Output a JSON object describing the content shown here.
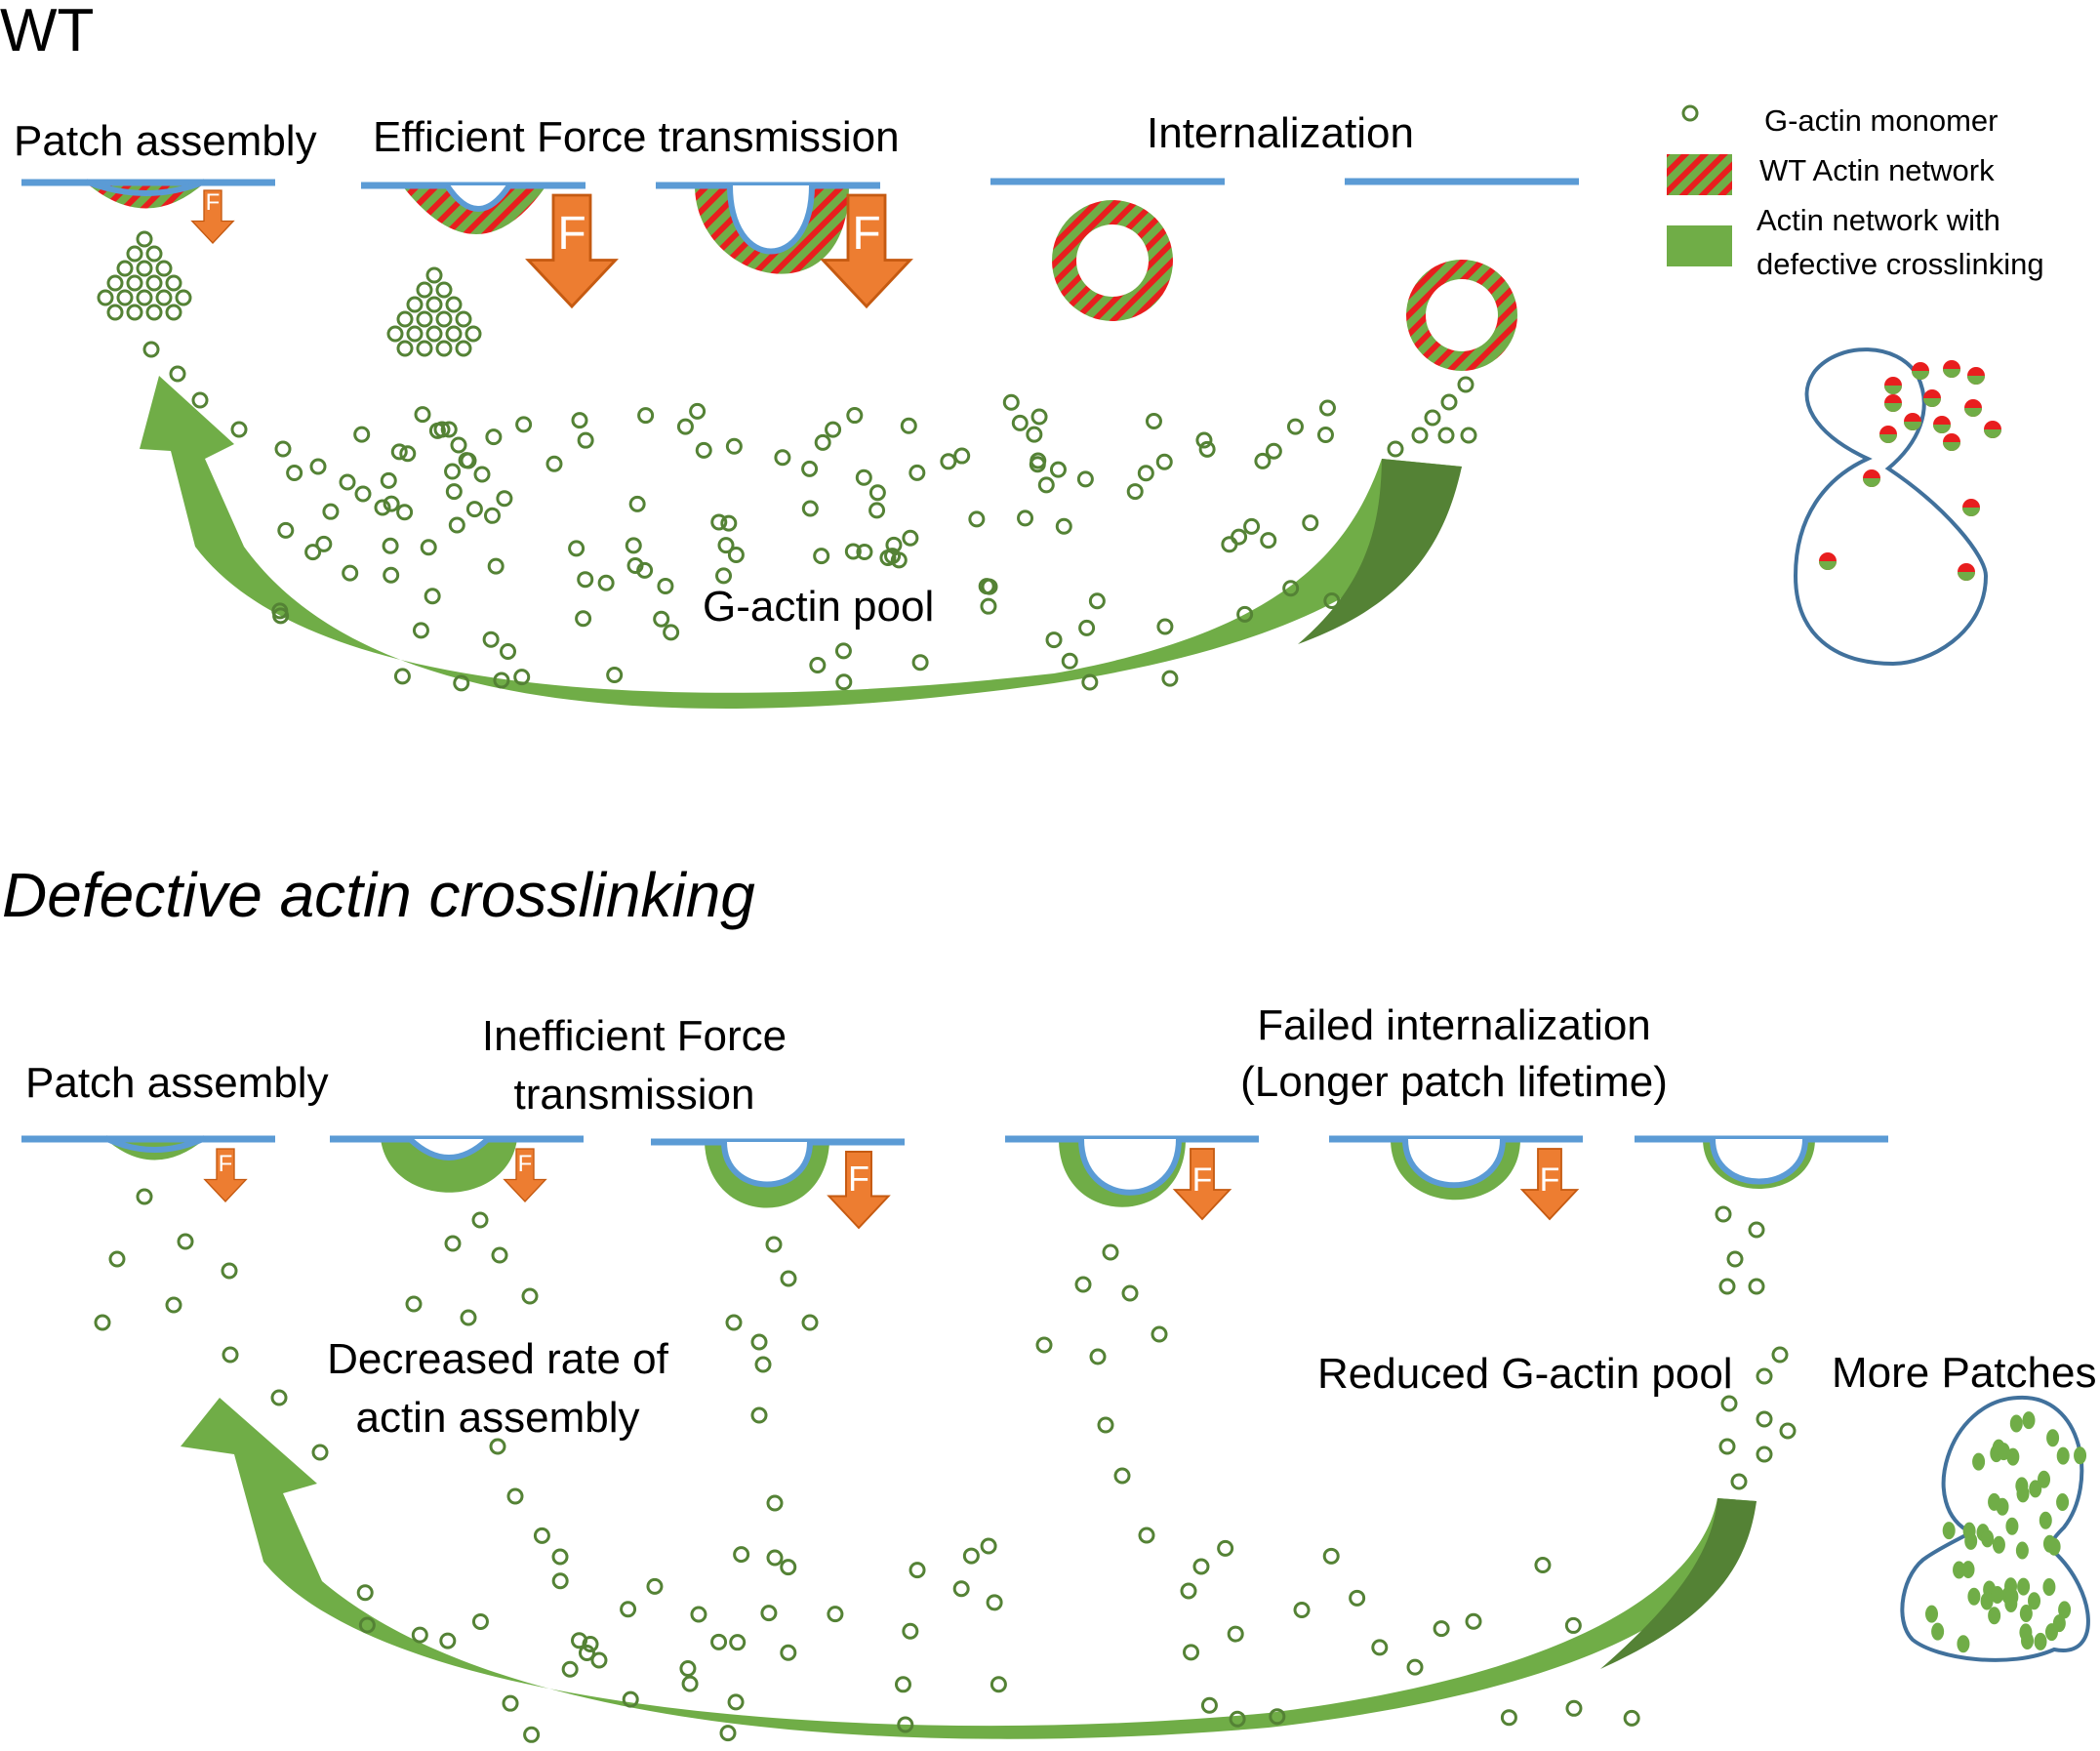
{
  "wt_section": {
    "title": "WT",
    "steps": {
      "patch_assembly": "Patch assembly",
      "force_transmission": "Efficient Force transmission",
      "internalization": "Internalization"
    },
    "pool_label": "G-actin pool",
    "force_symbol": "F"
  },
  "legend": {
    "g_actin_monomer": "G-actin monomer",
    "wt_network": "WT Actin network",
    "defective_network_line1": "Actin network with",
    "defective_network_line2": "defective crosslinking"
  },
  "defective_section": {
    "title": "Defective actin crosslinking",
    "steps": {
      "patch_assembly": "Patch assembly",
      "force_line1": "Inefficient Force",
      "force_line2": "transmission",
      "failed_line1": "Failed internalization",
      "failed_line2": "(Longer patch lifetime)"
    },
    "assembly_rate_line1": "Decreased rate of",
    "assembly_rate_line2": "actin assembly",
    "pool_label": "Reduced G-actin pool",
    "more_patches": "More Patches",
    "force_symbol": "F"
  },
  "colors": {
    "membrane": "#5b9bd5",
    "actin_green": "#70ad47",
    "actin_dark_green": "#548235",
    "actin_red": "#e81e1e",
    "force_orange": "#ed7d31",
    "force_orange_dark": "#c55a11",
    "cell_outline": "#41719c"
  }
}
